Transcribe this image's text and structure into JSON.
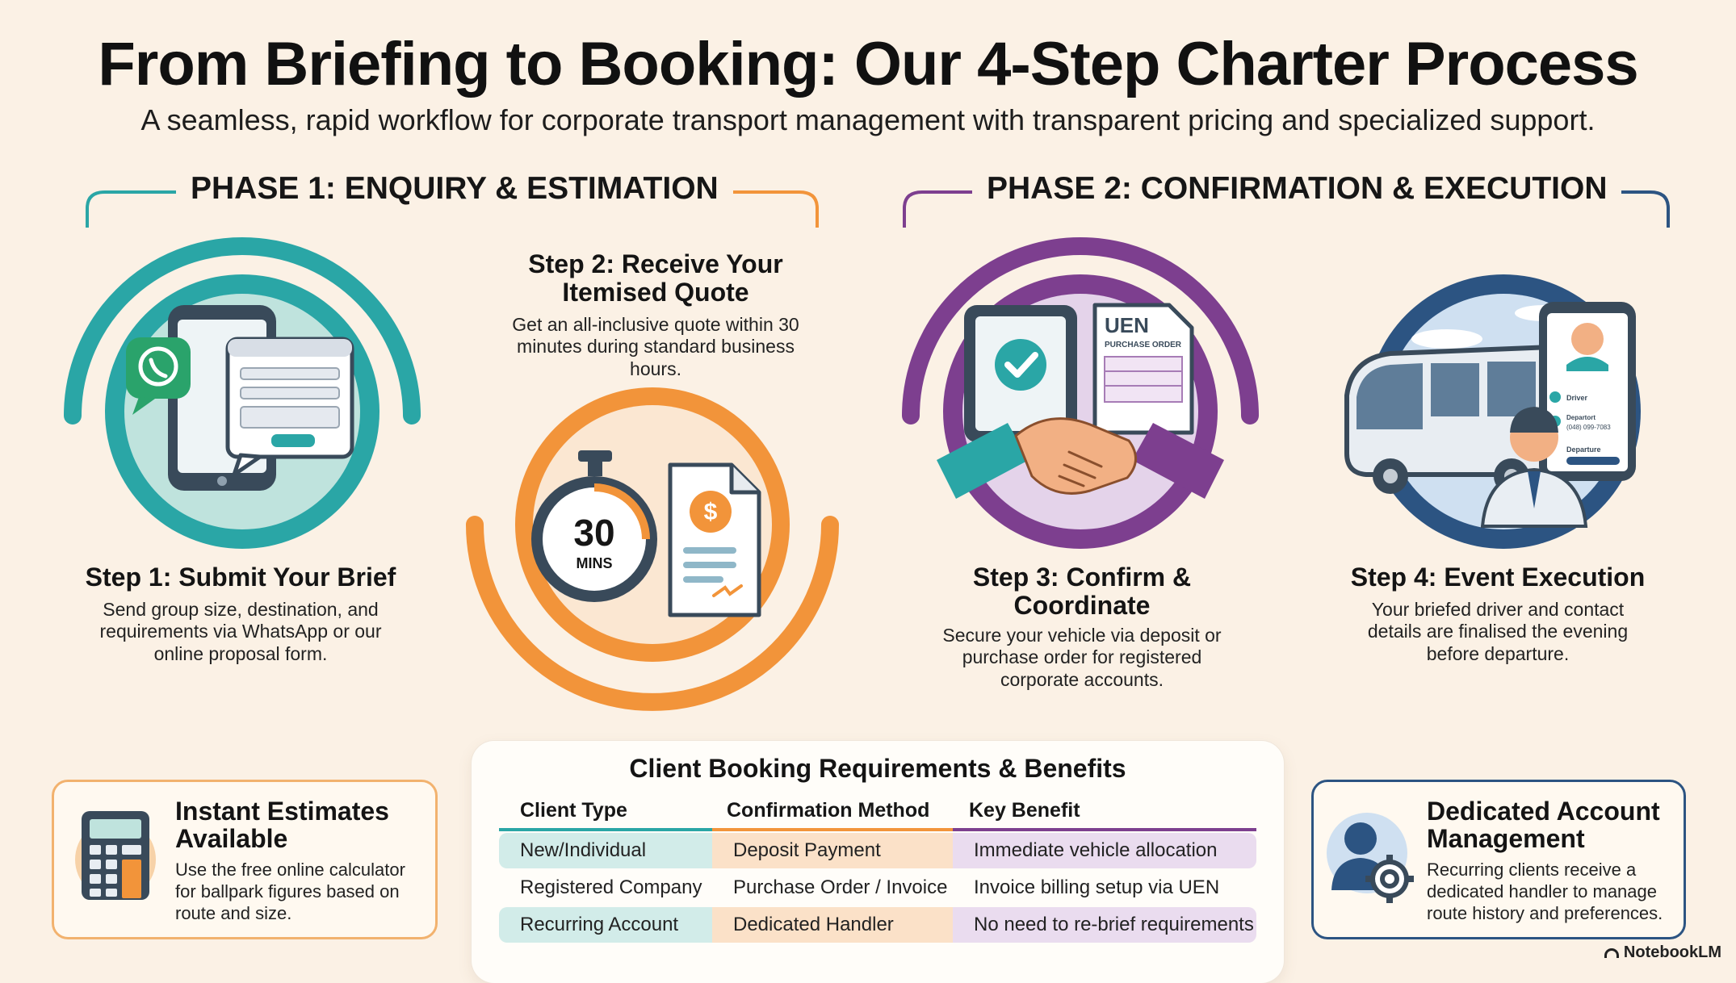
{
  "header": {
    "title": "From Briefing to Booking: Our 4-Step Charter Process",
    "subtitle": "A seamless, rapid workflow for corporate transport management with transparent pricing and specialized support."
  },
  "phases": [
    {
      "label": "PHASE 1: ENQUIRY & ESTIMATION"
    },
    {
      "label": "PHASE 2: CONFIRMATION & EXECUTION"
    }
  ],
  "steps": [
    {
      "title": "Step 1: Submit Your Brief",
      "description": "Send group size, destination, and requirements via WhatsApp or our online proposal form.",
      "icon": "phone-chat-icon"
    },
    {
      "title": "Step 2: Receive Your Itemised Quote",
      "description": "Get an all-inclusive quote within 30 minutes during standard business hours.",
      "icon": "stopwatch-quote-icon",
      "timer_number": "30",
      "timer_unit": "MINS"
    },
    {
      "title": "Step 3: Confirm & Coordinate",
      "description": "Secure your vehicle via deposit or purchase order for registered corporate accounts.",
      "icon": "handshake-icon",
      "doc_heading": "UEN",
      "doc_sub": "PURCHASE ORDER"
    },
    {
      "title": "Step 4: Event Execution",
      "description": "Your briefed driver and contact details are finalised the evening before departure.",
      "icon": "bus-driver-icon",
      "phone_line1": "Driver",
      "phone_line2": "Departort",
      "phone_line3": "(048) 099-7083",
      "phone_line4": "Departure"
    }
  ],
  "estimates_card": {
    "title": "Instant Estimates Available",
    "text": "Use the free online calculator for ballpark figures based on route and size.",
    "icon": "calculator-icon"
  },
  "account_card": {
    "title": "Dedicated Account Management",
    "text": "Recurring clients receive a dedicated handler to manage route history and preferences.",
    "icon": "account-manager-icon"
  },
  "requirements_table": {
    "title": "Client Booking Requirements & Benefits",
    "headers": [
      "Client Type",
      "Confirmation Method",
      "Key Benefit"
    ],
    "rows": [
      [
        "New/Individual",
        "Deposit Payment",
        "Immediate vehicle allocation"
      ],
      [
        "Registered Company",
        "Purchase Order / Invoice",
        "Invoice billing setup via UEN"
      ],
      [
        "Recurring Account",
        "Dedicated Handler",
        "No need to re-brief requirements"
      ]
    ]
  },
  "colors": {
    "teal": "#2aa6a6",
    "orange": "#f2943a",
    "purple": "#7d3f8f",
    "navy": "#2c5482",
    "background": "#fbf1e5"
  },
  "footer": {
    "brand": "NotebookLM"
  }
}
